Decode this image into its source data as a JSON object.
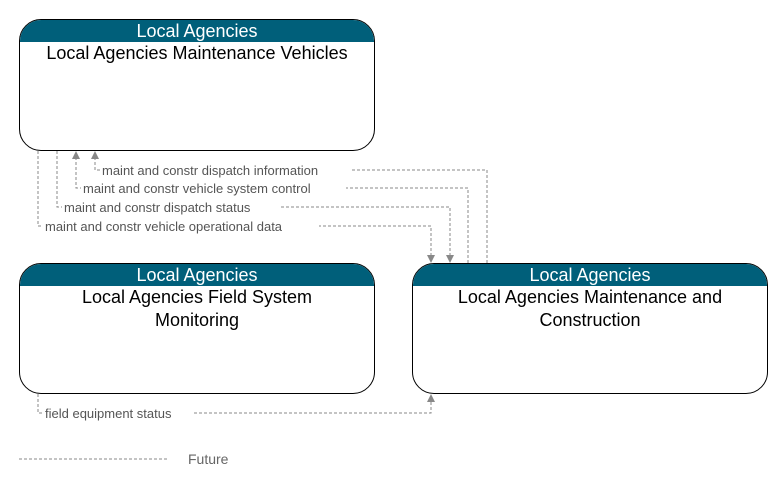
{
  "nodes": [
    {
      "id": "mv",
      "group": "Local Agencies",
      "title": "Local Agencies Maintenance Vehicles"
    },
    {
      "id": "fsm",
      "group": "Local Agencies",
      "title": "Local Agencies Field System Monitoring"
    },
    {
      "id": "mc",
      "group": "Local Agencies",
      "title": "Local Agencies Maintenance and Construction"
    }
  ],
  "flows": [
    {
      "label": "maint and constr dispatch information",
      "from": "mc",
      "to": "mv",
      "status": "Future"
    },
    {
      "label": "maint and constr vehicle system control",
      "from": "mc",
      "to": "mv",
      "status": "Future"
    },
    {
      "label": "maint and constr dispatch status",
      "from": "mv",
      "to": "mc",
      "status": "Future"
    },
    {
      "label": "maint and constr vehicle operational data",
      "from": "mv",
      "to": "mc",
      "status": "Future"
    },
    {
      "label": "field equipment status",
      "from": "fsm",
      "to": "mc",
      "status": "Future"
    }
  ],
  "legend": {
    "future_label": "Future"
  },
  "colors": {
    "header_bg": "#005f7a",
    "flow_line": "#888888",
    "node_border": "#000000"
  }
}
